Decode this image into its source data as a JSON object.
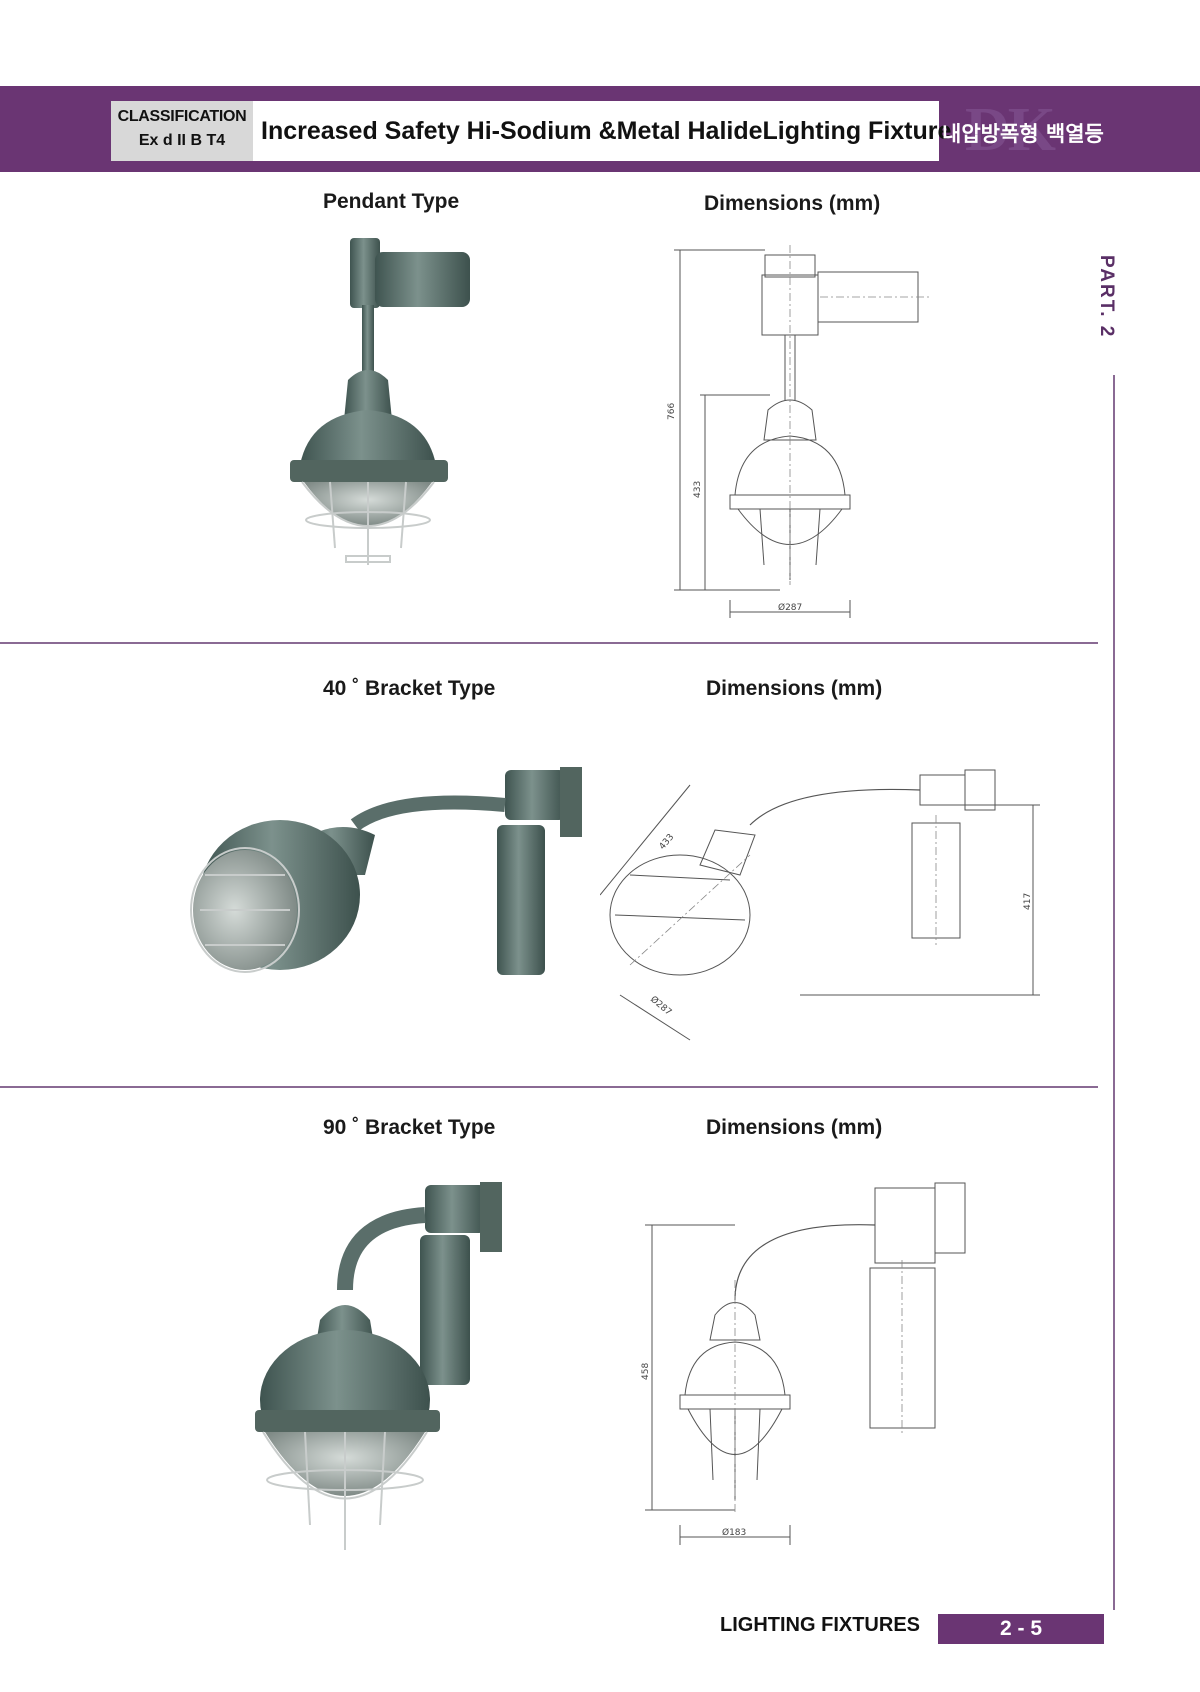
{
  "header": {
    "classification_label": "CLASSIFICATION",
    "classification_code": "Ex d II B T4",
    "title": "Increased Safety Hi-Sodium &Metal HalideLighting Fixture",
    "title_korean": "내압방폭형 백열등"
  },
  "side_tab": {
    "label": "PART. 2"
  },
  "sections": [
    {
      "product_heading": "Pendant Type",
      "dimension_heading": "Dimensions (mm)",
      "dimensions": {
        "overall_height": "766",
        "globe_height": "433",
        "diameter": "Ø287"
      }
    },
    {
      "product_heading": "40 ˚ Bracket Type",
      "dimension_heading": "Dimensions (mm)",
      "dimensions": {
        "globe_length": "433",
        "overall_height": "417",
        "diameter": "Ø287"
      }
    },
    {
      "product_heading": "90 ˚ Bracket Type",
      "dimension_heading": "Dimensions (mm)",
      "dimensions": {
        "overall_height": "458",
        "diameter": "Ø183"
      }
    }
  ],
  "footer": {
    "section_label": "LIGHTING FIXTURES",
    "page_number": "2 - 5"
  },
  "colors": {
    "brand_purple": "#6a3573",
    "fixture_gray": "#5f7470"
  }
}
